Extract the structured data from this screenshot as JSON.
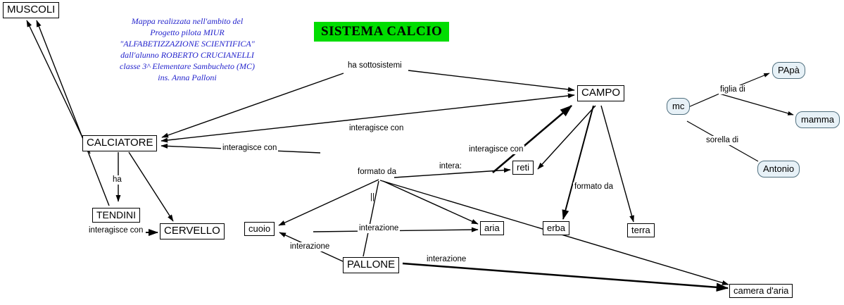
{
  "title": "SISTEMA CALCIO",
  "colors": {
    "title_bg": "#00dd00",
    "node_fill": "#ffffff",
    "rounded_node_fill": "#e7f1f7",
    "line_color": "#000000",
    "credit_text": "#2323cc"
  },
  "credit": {
    "lines": [
      "Mappa realizzata nell'ambito del",
      "Progetto pilota MIUR",
      "\"ALFABETIZZAZIONE SCIENTIFICA\"",
      "dall'alunno ROBERTO CRUCIANELLI",
      "classe 3^ Elementare Sambucheto (MC)",
      "ins. Anna Palloni"
    ]
  },
  "nodes": {
    "muscoli": "MUSCOLI",
    "calciatore": "CALCIATORE",
    "campo": "CAMPO",
    "tendini": "TENDINI",
    "cervello": "CERVELLO",
    "pallone": "PALLONE",
    "reti": "reti",
    "cuoio": "cuoio",
    "aria": "aria",
    "erba": "erba",
    "terra": "terra",
    "camera_aria": "camera d'aria",
    "mc": "mc",
    "papa": "PApà",
    "mamma": "mamma",
    "antonio": "Antonio"
  },
  "edge_labels": {
    "ha_sottosistemi": "ha sottosistemi",
    "interagisce_campo": "interagisce con",
    "interagisce_calciatore": "interagisce con",
    "interagisce_reti": "interagisce con",
    "formato_da_pallone": "formato da",
    "interazione_reti": "intera:",
    "formato_da_campo": "formato da",
    "ha": "ha",
    "interagisce_tendini": "interagisce con",
    "interazione_aria": "interazione",
    "interazione_cuoio": "interazione",
    "interazione_camera": "interazione",
    "parallel_mark": "||",
    "figlia_di": "figlia di",
    "sorella_di": "sorella di"
  }
}
